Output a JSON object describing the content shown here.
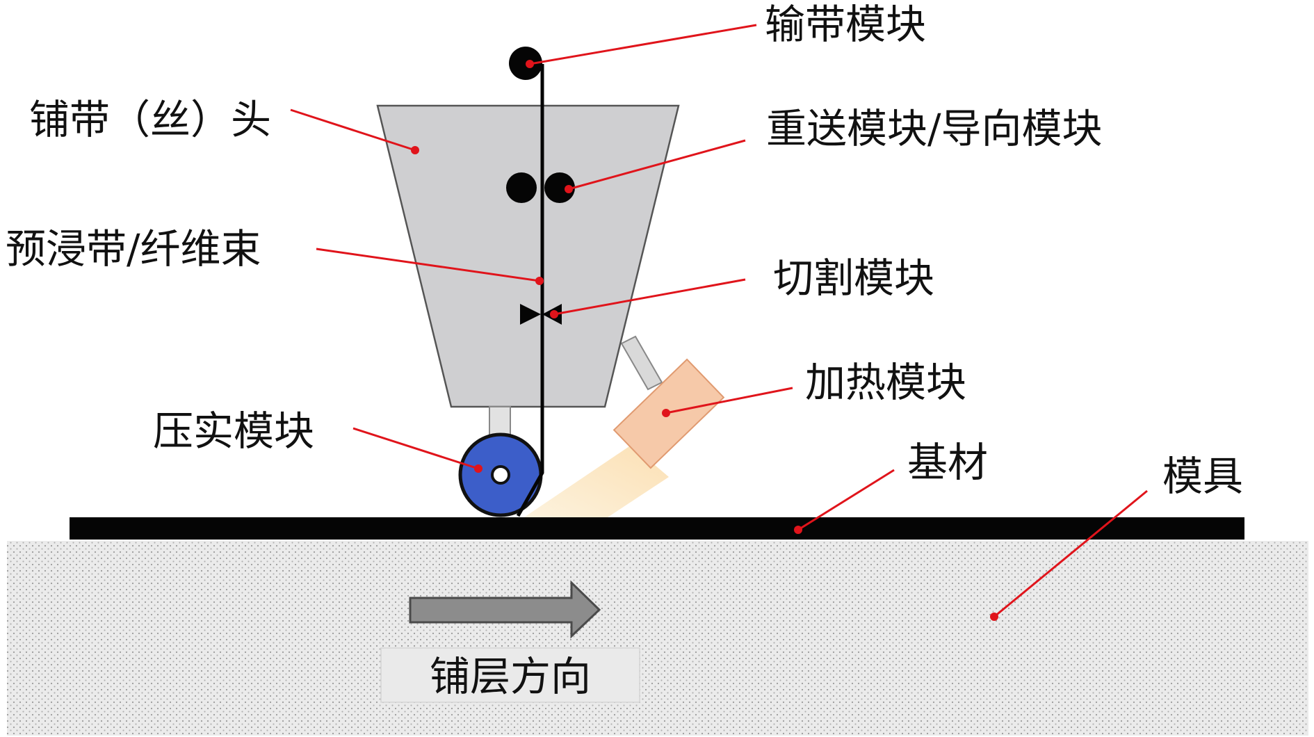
{
  "diagram": {
    "labels": {
      "tape_feed_module": "输带模块",
      "placement_head": "铺带（丝）头",
      "refeed_guide_module": "重送模块/导向模块",
      "prepreg_tape": "预浸带/纤维束",
      "cutting_module": "切割模块",
      "heating_module": "加热模块",
      "compaction_module": "压实模块",
      "substrate": "基材",
      "mold": "模具",
      "layup_direction": "铺层方向"
    }
  }
}
